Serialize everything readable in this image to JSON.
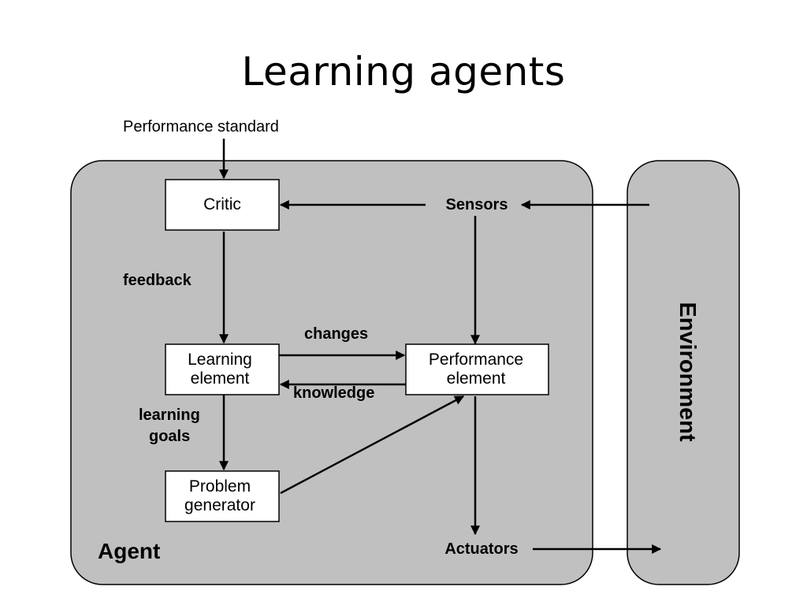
{
  "title": "Learning agents",
  "diagram": {
    "performance_standard": "Performance standard",
    "agent_label": "Agent",
    "environment_label": "Environment",
    "sensors": "Sensors",
    "actuators": "Actuators",
    "critic": "Critic",
    "learning_element": [
      "Learning",
      "element"
    ],
    "performance_element": [
      "Performance",
      "element"
    ],
    "problem_generator": [
      "Problem",
      "generator"
    ],
    "feedback": "feedback",
    "changes": "changes",
    "knowledge": "knowledge",
    "learning_goals": [
      "learning",
      "goals"
    ]
  }
}
